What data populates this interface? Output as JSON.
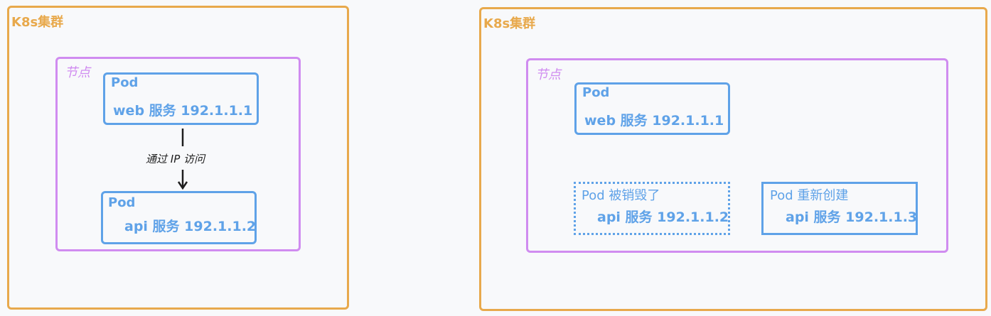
{
  "colors": {
    "cluster": "#e8a94c",
    "node": "#d08cf0",
    "pod": "#5fa2e8",
    "arrow": "#1e1e1e"
  },
  "left": {
    "cluster_label": "K8s集群",
    "node_label": "节点",
    "web_pod": {
      "title": "Pod",
      "text": "web 服务 192.1.1.1"
    },
    "arrow_label": "通过 IP 访问",
    "api_pod": {
      "title": "Pod",
      "text": "api 服务 192.1.1.2"
    }
  },
  "right": {
    "cluster_label": "K8s集群",
    "node_label": "节点",
    "web_pod": {
      "title": "Pod",
      "text": "web 服务 192.1.1.1"
    },
    "destroyed_pod": {
      "title": "Pod 被销毁了",
      "text": "api 服务 192.1.1.2"
    },
    "recreated_pod": {
      "title": "Pod 重新创建",
      "text": "api 服务 192.1.1.3"
    }
  }
}
